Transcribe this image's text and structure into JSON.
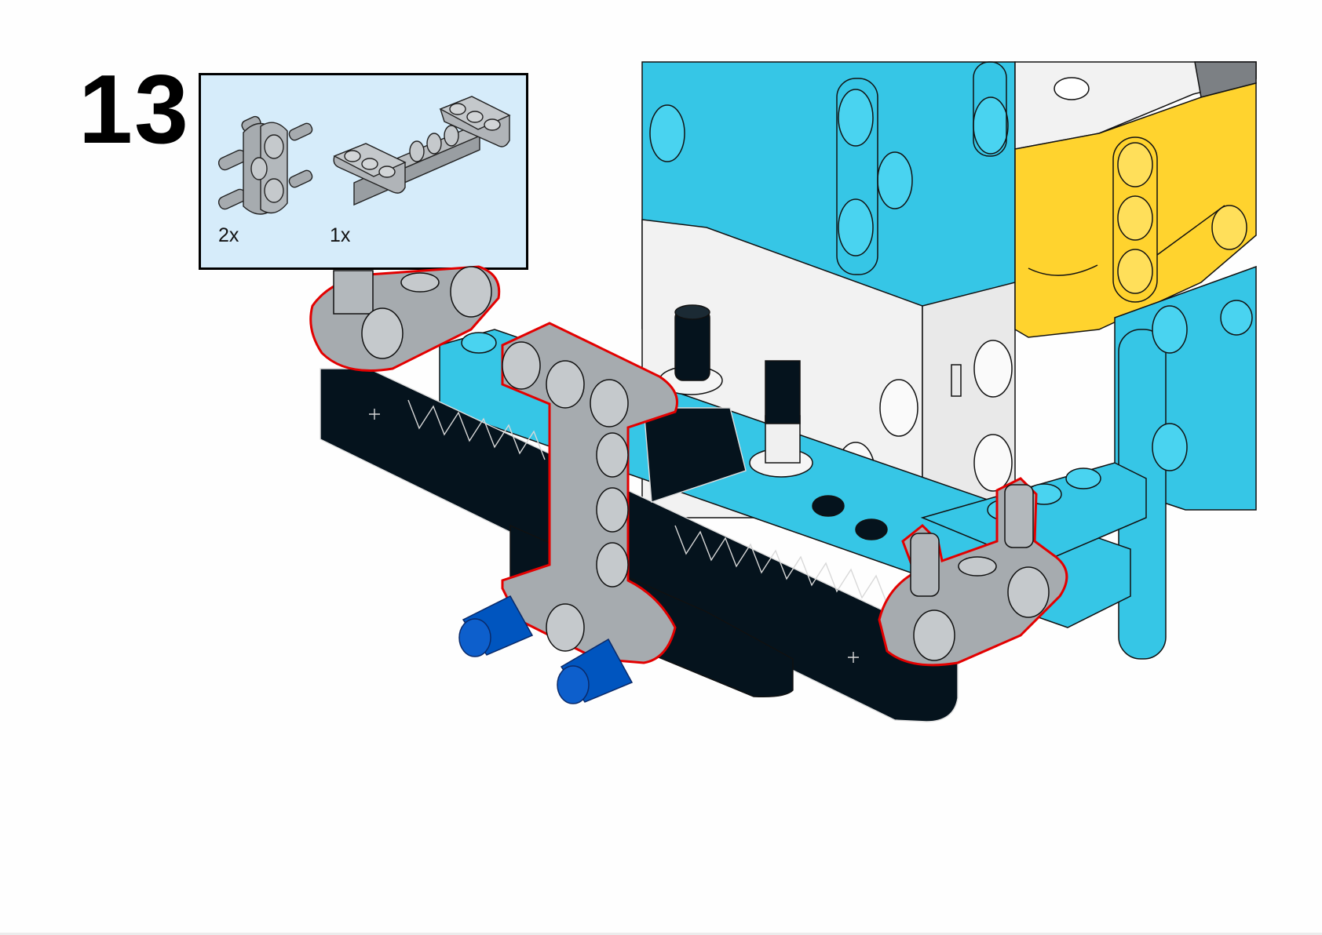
{
  "page": {
    "step_number": "13",
    "background": "#fefefe"
  },
  "parts_list": {
    "background": "#d6ecfa",
    "border": "#000000",
    "items": [
      {
        "name": "axle-and-pin-connector-perpendicular-double",
        "quantity": "2x",
        "color": "#a0a5a9"
      },
      {
        "name": "h-frame-beam-3x5",
        "quantity": "1x",
        "color": "#a0a5a9"
      }
    ]
  },
  "model": {
    "colors": {
      "azure": "#36c6e6",
      "azure_light": "#49d3f0",
      "white": "#f2f2f2",
      "yellow": "#ffd32e",
      "black": "#05131d",
      "light_gray": "#a0a5a9",
      "blue": "#0055bf",
      "highlight_outline": "#e30000"
    },
    "new_parts_highlighted": [
      "connector-left-top",
      "h-frame-center",
      "connector-right-bottom",
      "blue-pins"
    ]
  }
}
